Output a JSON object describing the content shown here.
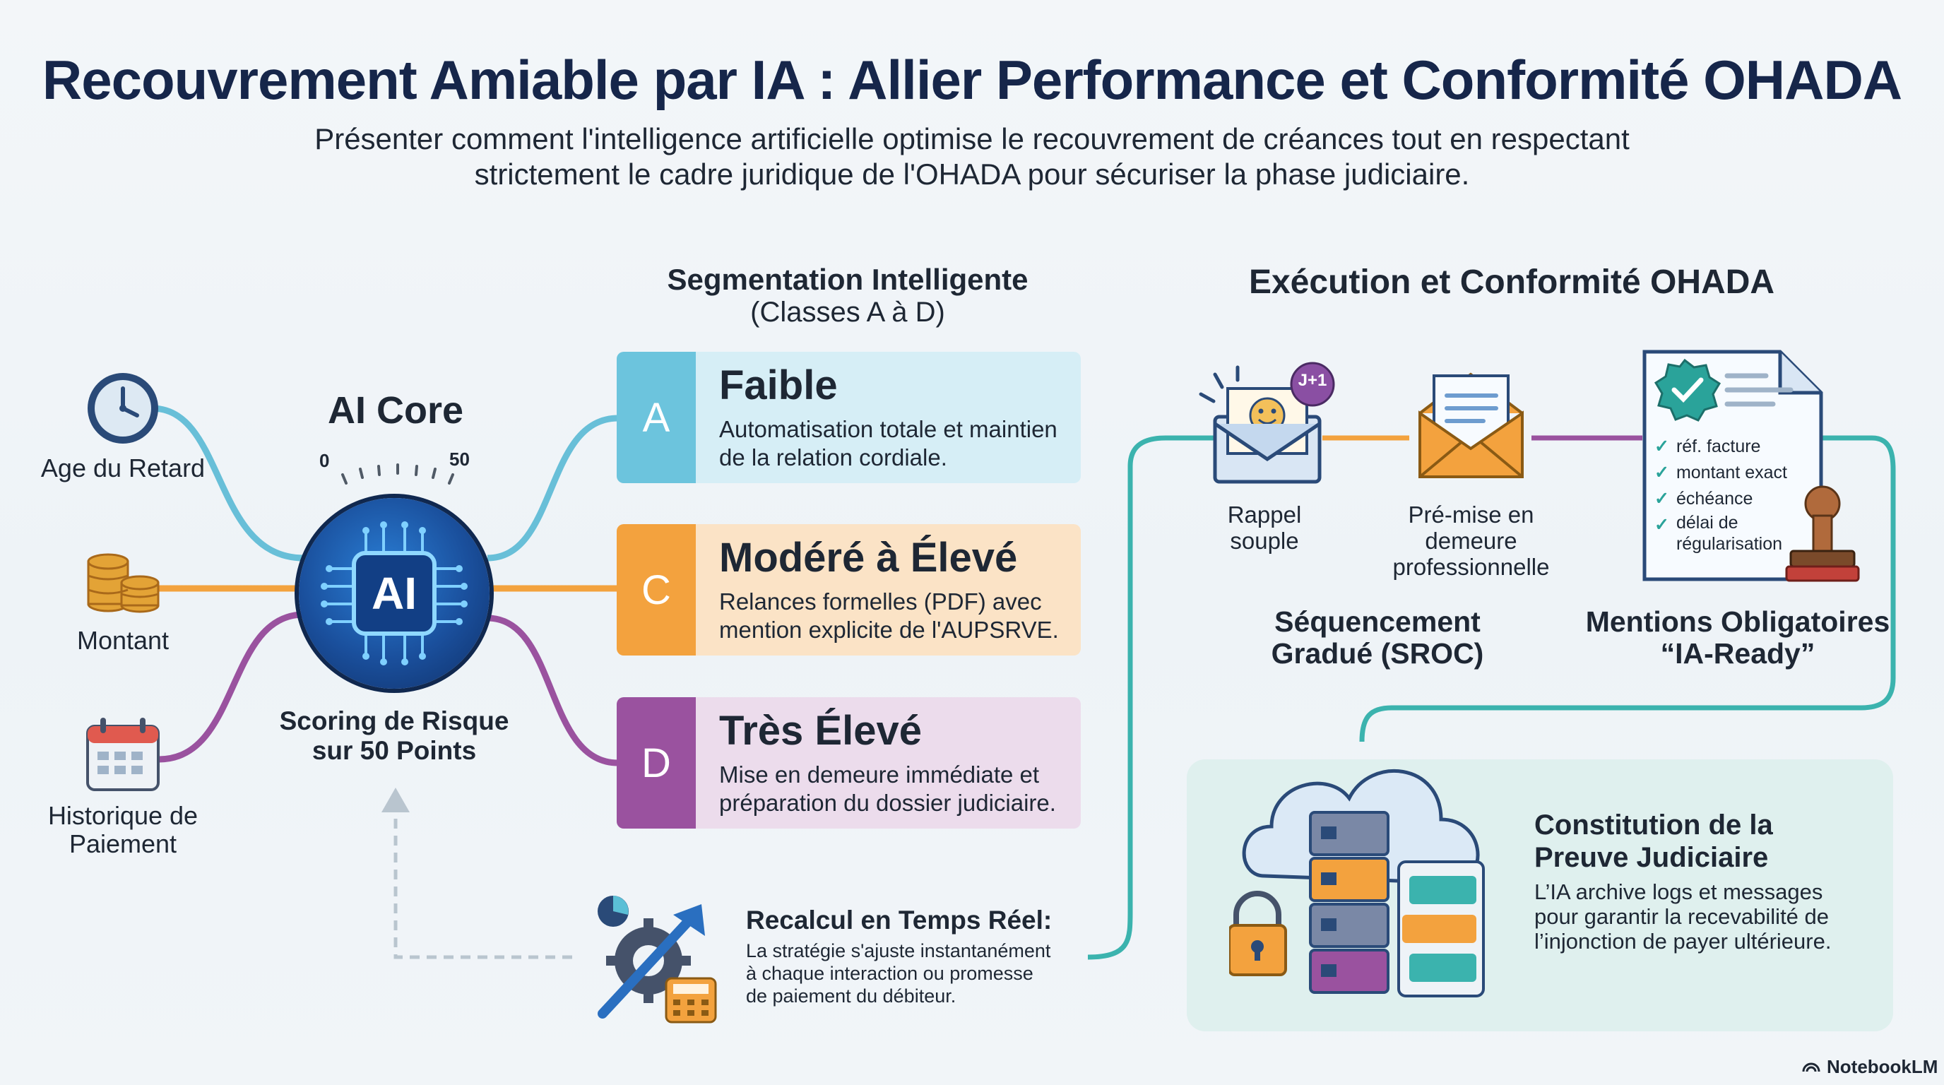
{
  "header": {
    "title": "Recouvrement Amiable par IA : Allier Performance et Conformité OHADA",
    "subtitle_line1": "Présenter comment l'intelligence artificielle optimise le recouvrement de créances tout en respectant",
    "subtitle_line2": "strictement le cadre juridique de l'OHADA pour sécuriser la phase judiciaire."
  },
  "inputs": {
    "age": "Age du Retard",
    "amount": "Montant",
    "history": "Historique de Paiement"
  },
  "ai_core": {
    "title": "AI Core",
    "chip": "AI",
    "gauge_min": "0",
    "gauge_max": "50",
    "caption_line1": "Scoring de Risque",
    "caption_line2": "sur 50 Points"
  },
  "segmentation": {
    "title": "Segmentation Intelligente",
    "subtitle": "(Classes A à D)",
    "classes": [
      {
        "letter": "A",
        "name": "Faible",
        "desc_line1": "Automatisation totale et maintien",
        "desc_line2": "de la relation cordiale."
      },
      {
        "letter": "C",
        "name": "Modéré à Élevé",
        "desc_line1": "Relances formelles (PDF) avec",
        "desc_line2": "mention explicite de l'AUPSRVE."
      },
      {
        "letter": "D",
        "name": "Très Élevé",
        "desc_line1": "Mise en demeure immédiate et",
        "desc_line2": "préparation du dossier judiciaire."
      }
    ]
  },
  "recalc": {
    "title": "Recalcul en Temps Réel:",
    "line1": "La stratégie s'ajuste instantanément",
    "line2": "à chaque interaction ou promesse",
    "line3": "de paiement du débiteur."
  },
  "execution": {
    "title": "Exécution et Conformité OHADA",
    "rappel_line1": "Rappel",
    "rappel_line2": "souple",
    "badge": "J+1",
    "premise_line1": "Pré-mise en",
    "premise_line2": "demeure",
    "premise_line3": "professionnelle",
    "seq_line1": "Séquencement",
    "seq_line2": "Gradué (SROC)",
    "mentions_line1": "Mentions Obligatoires",
    "mentions_line2": "“IA-Ready”",
    "checklist": [
      "réf. facture",
      "montant exact",
      "échéance",
      "délai de régularisation"
    ]
  },
  "proof": {
    "title_line1": "Constitution de la",
    "title_line2": "Preuve Judiciaire",
    "line1": "L’IA archive logs et messages",
    "line2": "pour garantir la recevabilité de",
    "line3": "l’injonction de payer ultérieure."
  },
  "footer": {
    "brand": "NotebookLM"
  },
  "colors": {
    "teal": "#5bbfd6",
    "orange": "#f3a23e",
    "purple": "#9a529f",
    "navy": "#16264a",
    "exec_teal": "#3bb3ae"
  }
}
